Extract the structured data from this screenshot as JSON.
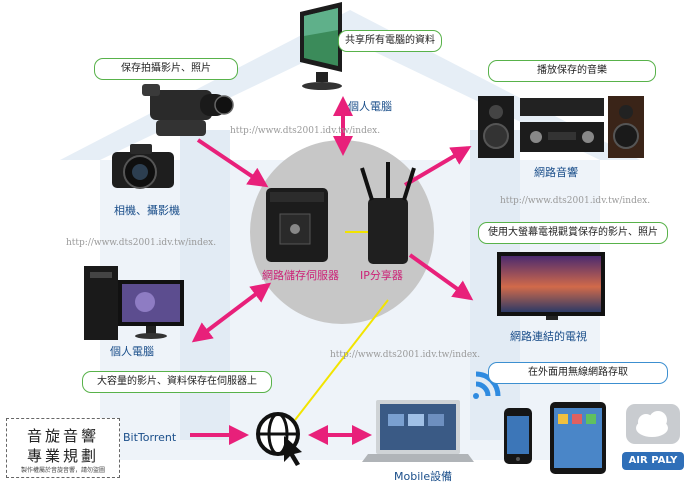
{
  "bubbles": {
    "share_all_pc": "共享所有電腦的資料",
    "save_video_photo": "保存拍攝影片、照片",
    "play_music": "播放保存的音樂",
    "watch_tv": "使用大螢幕電視觀賞保存的影片、照片",
    "save_large": "大容量的影片、資料保存在伺服器上",
    "outdoor_wireless": "在外面用無線網路存取"
  },
  "labels": {
    "pc_top": "個人電腦",
    "camera": "相機、攝影機",
    "audio": "網路音響",
    "tv": "網路連結的電視",
    "pc_left": "個人電腦",
    "nas": "網路儲存伺服器",
    "router": "IP分享器",
    "bittorrent": "BitTorrent",
    "mobile": "Mobile設備",
    "airplay": "AIR PALY"
  },
  "watermark": "http://www.dts2001.idv.tw/index.",
  "logo": {
    "line1": "音旋音響",
    "line2": "專業規劃",
    "line3": "製作權屬於音旋音響，請勿盜圖"
  },
  "colors": {
    "arrow_pink": "#e8207a",
    "line_yellow": "#f2e400",
    "bubble_green": "#58b24a",
    "bubble_blue": "#3c8fd0",
    "caption_blue": "#1a4e8a",
    "caption_pink": "#cc2277",
    "house_bg": "#e6eef6"
  },
  "icons": [
    "desktop-computer-icon",
    "camcorder-icon",
    "dslr-camera-icon",
    "hifi-speakers-icon",
    "amplifier-icon",
    "flat-tv-icon",
    "desktop-tower-icon",
    "nas-server-icon",
    "wifi-router-icon",
    "globe-cursor-icon",
    "laptop-icon",
    "smartphone-icon",
    "tablet-icon",
    "cloud-icon",
    "wifi-signal-icon"
  ]
}
